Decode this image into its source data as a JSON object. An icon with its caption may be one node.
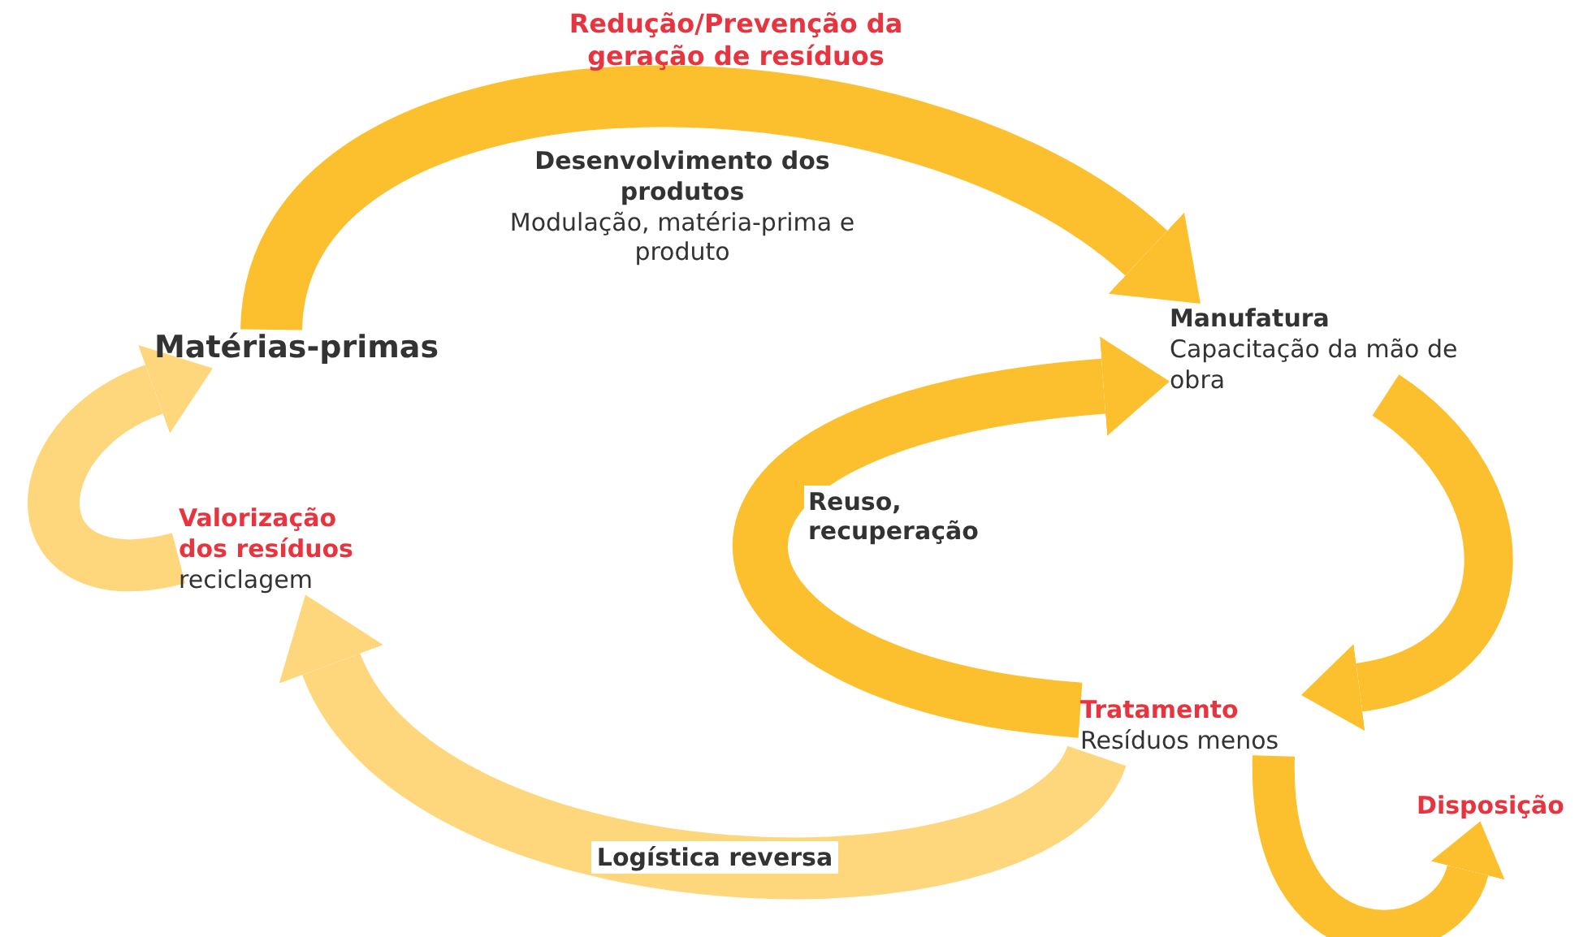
{
  "diagram": {
    "nodes": [
      {
        "text": [
          "Matérias-primas"
        ]
      },
      {
        "text": [
          "Desenvolvimento dos produtos",
          "Modulação, matéria-prima e produto"
        ]
      },
      {
        "text": [
          "Manufatura",
          "Capacitação da mão de obra"
        ]
      },
      {
        "text": [
          "Valorização dos resíduos",
          "reciclagem"
        ]
      },
      {
        "text": [
          "Tratamento",
          "Resíduos menos"
        ]
      },
      {
        "text": [
          "Disposição"
        ]
      }
    ],
    "edges": [
      {
        "from": 0,
        "to": 2,
        "arrow": "to",
        "color": "#fcc02e"
      },
      {
        "from": 2,
        "to": 4,
        "arrow": "to",
        "color": "#fcc02e"
      },
      {
        "from": 4,
        "to": 3,
        "arrow": "to",
        "label": "Logística reversa",
        "color": "#fed67c"
      },
      {
        "from": 3,
        "to": 0,
        "arrow": "to",
        "color": "#fed67c"
      },
      {
        "from": 4,
        "to": 2,
        "arrow": "to",
        "label": "Reuso, recuperação",
        "color": "#fcc02e"
      },
      {
        "from": 4,
        "to": 5,
        "arrow": "to",
        "color": "#fcc02e"
      }
    ],
    "labels": [
      "Redução/Prevenção da geração de resíduos"
    ]
  }
}
